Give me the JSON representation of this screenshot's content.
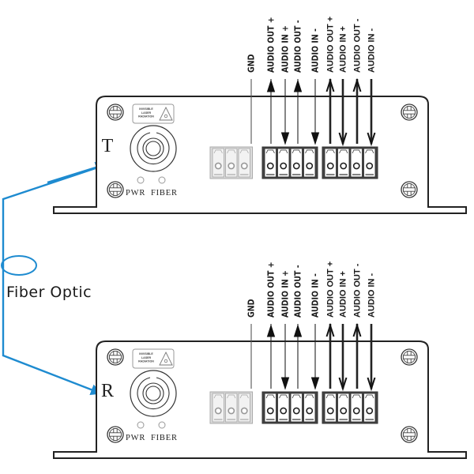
{
  "diagram": {
    "title": "Fiber optic audio transmitter / receiver wiring",
    "cable": {
      "label": "Fiber Optic",
      "color": "#1e8bd0"
    },
    "units": [
      {
        "id": "transmitter",
        "letter": "T",
        "warning_lines": [
          "INVISIBLE",
          "LASER",
          "RADIATION"
        ],
        "leds": [
          "PWR",
          "FIBER"
        ],
        "terminals": [
          {
            "label": "GND",
            "direction": "none"
          },
          {
            "label": "AUDIO OUT +",
            "direction": "up"
          },
          {
            "label": "AUDIO IN +",
            "direction": "down"
          },
          {
            "label": "AUDIO OUT -",
            "direction": "up"
          },
          {
            "label": "AUDIO IN -",
            "direction": "down"
          },
          {
            "label": "AUDIO OUT +",
            "direction": "up"
          },
          {
            "label": "AUDIO IN +",
            "direction": "down"
          },
          {
            "label": "AUDIO OUT -",
            "direction": "up"
          },
          {
            "label": "AUDIO IN -",
            "direction": "down"
          }
        ]
      },
      {
        "id": "receiver",
        "letter": "R",
        "warning_lines": [
          "INVISIBLE",
          "LASER",
          "RADIATION"
        ],
        "leds": [
          "PWR",
          "FIBER"
        ],
        "terminals": [
          {
            "label": "GND",
            "direction": "none"
          },
          {
            "label": "AUDIO OUT +",
            "direction": "up"
          },
          {
            "label": "AUDIO IN +",
            "direction": "down"
          },
          {
            "label": "AUDIO OUT -",
            "direction": "up"
          },
          {
            "label": "AUDIO IN -",
            "direction": "down"
          },
          {
            "label": "AUDIO OUT +",
            "direction": "up"
          },
          {
            "label": "AUDIO IN +",
            "direction": "down"
          },
          {
            "label": "AUDIO OUT -",
            "direction": "up"
          },
          {
            "label": "AUDIO IN -",
            "direction": "down"
          }
        ]
      }
    ]
  }
}
